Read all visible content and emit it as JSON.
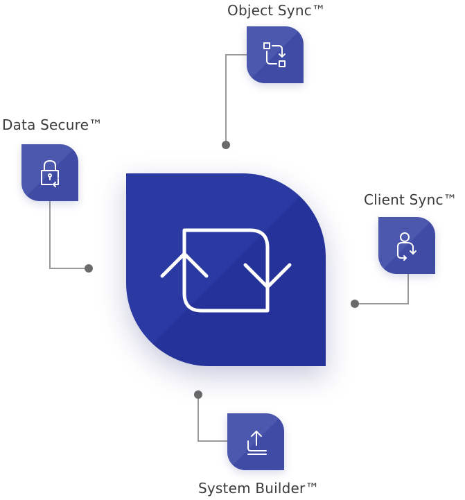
{
  "hub": {
    "icon": "sync-icon"
  },
  "modules": {
    "object_sync": {
      "label": "Object Sync™",
      "icon": "object-sync-icon"
    },
    "data_secure": {
      "label": "Data Secure™",
      "icon": "padlock-icon"
    },
    "client_sync": {
      "label": "Client Sync™",
      "icon": "user-sync-icon"
    },
    "system_builder": {
      "label": "System Builder™",
      "icon": "upload-icon"
    }
  },
  "colors": {
    "hub": "#2a3aa2",
    "tile": "#4c58ad",
    "connector": "#9a9a9a",
    "dot": "#6b6b6b",
    "label": "#3a3a3a"
  }
}
